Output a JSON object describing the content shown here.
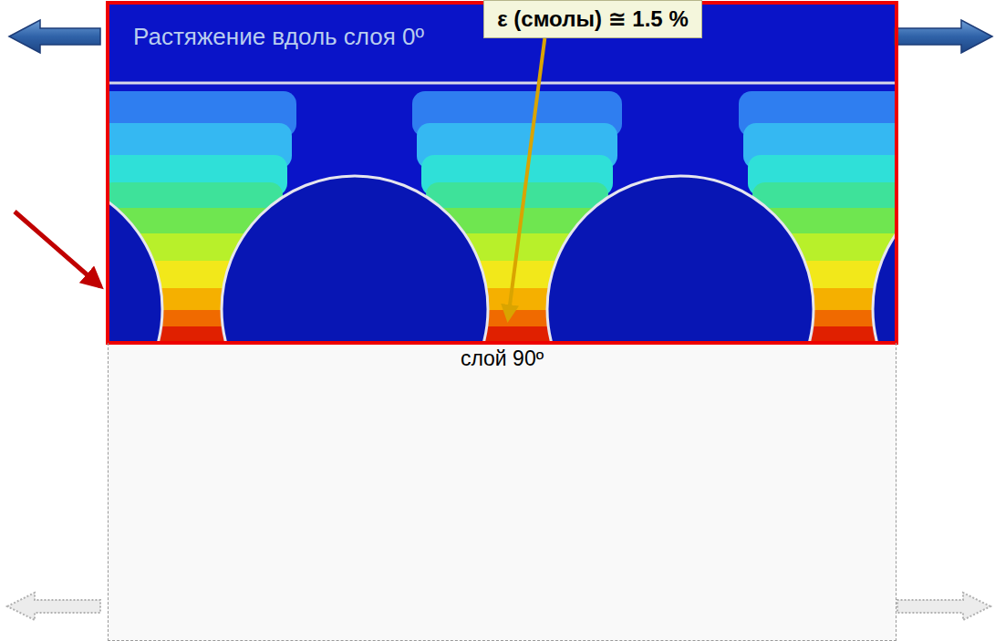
{
  "diagram": {
    "nodes": [
      {
        "text": [
          "ε (смолы) ≅ 1.5 %"
        ]
      },
      {
        "text": [
          "Растяжение вдоль слоя 0º"
        ]
      },
      {
        "text": [
          "слой 90º"
        ]
      }
    ],
    "edges": [
      {
        "from": 0,
        "to": 1,
        "arrow": "to"
      }
    ]
  }
}
